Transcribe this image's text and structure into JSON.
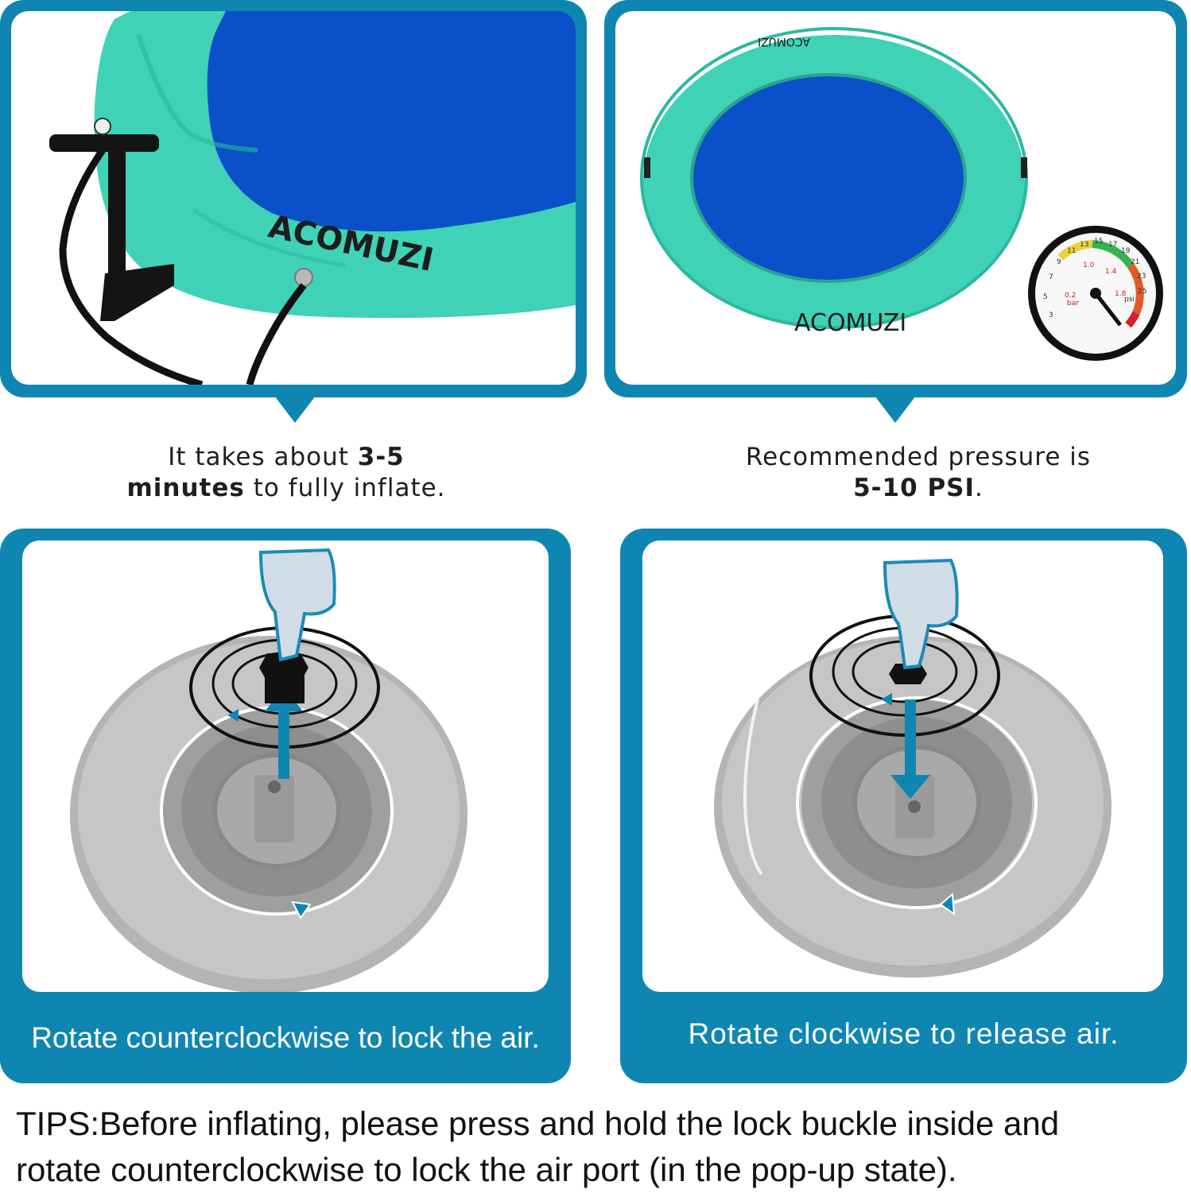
{
  "panel_top_left": {
    "brand": "ACOMUZI",
    "caption_pre": "It takes about ",
    "caption_bold1": "3-5",
    "caption_bold2": "minutes",
    "caption_post": " to fully inflate."
  },
  "panel_top_right": {
    "brand": "ACOMUZI",
    "caption_pre": "Recommended pressure is",
    "caption_bold": "5-10 PSI",
    "caption_post": ".",
    "gauge": {
      "psi_ticks": [
        "3",
        "5",
        "7",
        "9",
        "11",
        "13",
        "15",
        "17",
        "19",
        "21",
        "23",
        "25"
      ],
      "bar_ticks": [
        "0.2",
        "1.0",
        "1.4",
        "1.8"
      ],
      "unit_bar": "bar",
      "unit_psi": "psi"
    }
  },
  "panel_bottom_left": {
    "band_text": "Rotate counterclockwise to lock the air."
  },
  "panel_bottom_right": {
    "band_text": "Rotate clockwise to release air."
  },
  "tips": {
    "line1": "TIPS:Before inflating, please press and hold the lock buckle inside and",
    "line2": "rotate counterclockwise to lock the air port (in the pop-up state)."
  },
  "colors": {
    "frame_blue": "#0f86b2",
    "mint": "#3ed3b7",
    "deep_blue": "#0b4fc4",
    "gray": "#b9b9b9"
  }
}
